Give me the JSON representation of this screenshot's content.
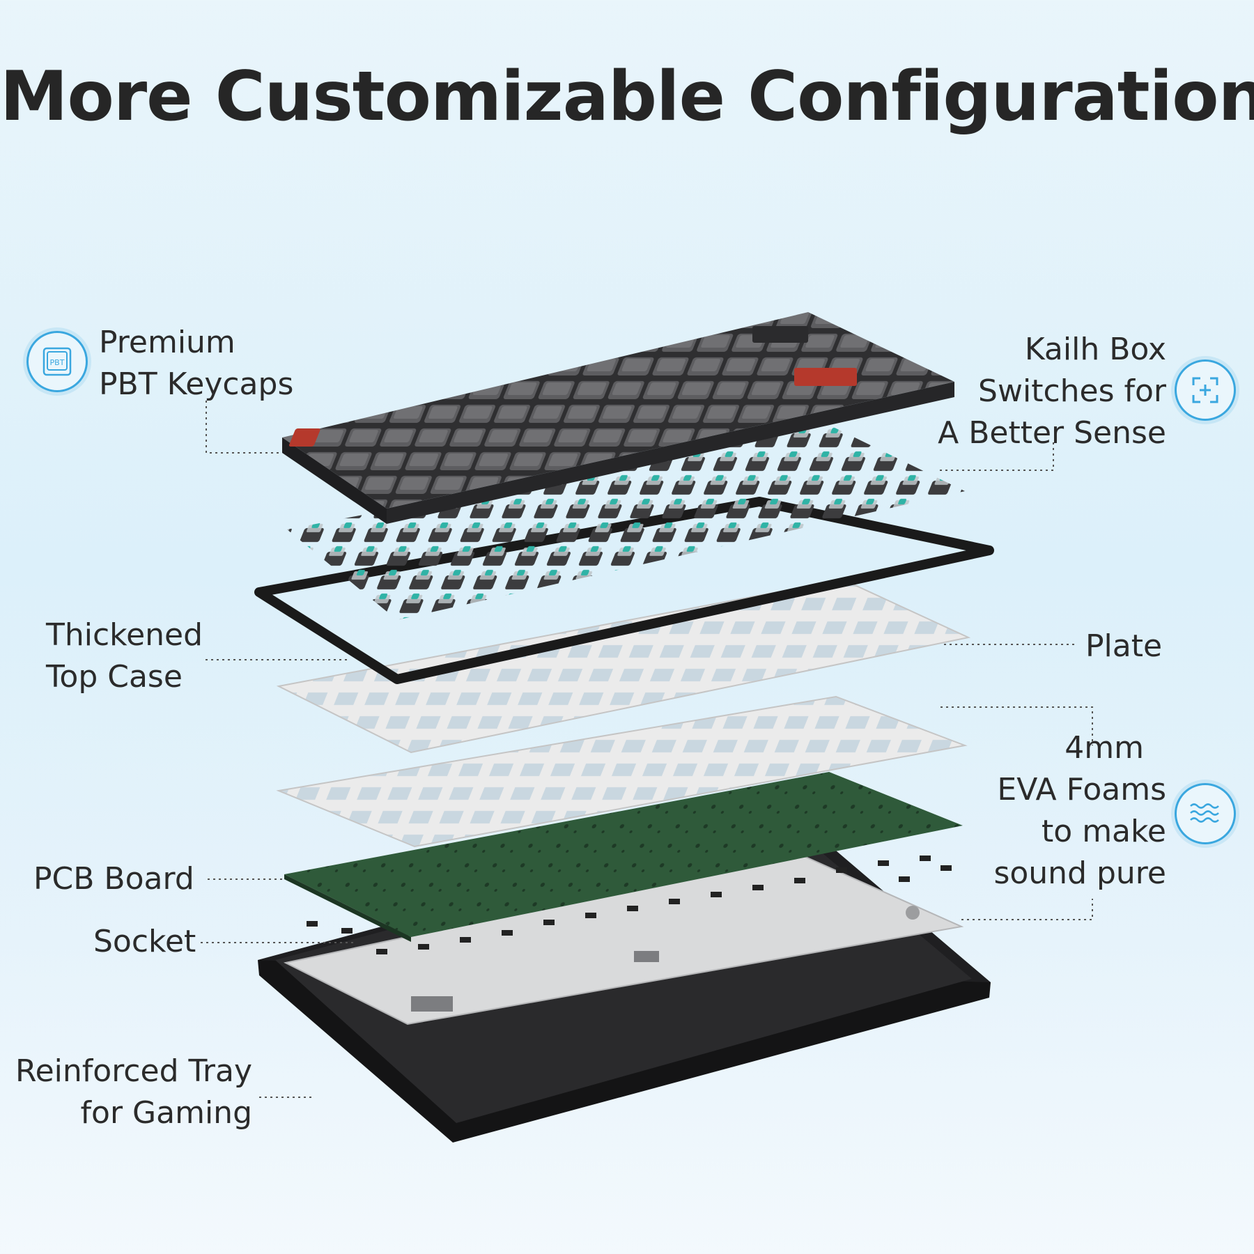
{
  "title": "More Customizable Configuration",
  "labels": {
    "keycaps": [
      "Premium",
      "PBT Keycaps"
    ],
    "switches": [
      "Kailh Box",
      "Switches for",
      "A Better Sense"
    ],
    "top_case": [
      "Thickened",
      "Top Case"
    ],
    "plate": "Plate",
    "foam": [
      "4mm",
      "EVA Foams",
      "to make",
      "sound pure"
    ],
    "pcb": "PCB Board",
    "socket": "Socket",
    "tray": [
      "Reinforced Tray",
      "for Gaming"
    ]
  },
  "badges": {
    "keycaps_icon": "keycap-icon",
    "keycaps_icon_text": "PBT",
    "switches_icon": "switch-plus-icon",
    "foam_icon": "wave-icon"
  },
  "colors": {
    "accent": "#3aa7df",
    "keycap_dark": "#2f2f31",
    "keycap_grey": "#6a6a6c",
    "keycap_red": "#b5392c",
    "switch_stem": "#2fb3a6",
    "pcb_green": "#2f5a3a",
    "plate": "#e9e9e9",
    "tray": "#1f1f21"
  }
}
